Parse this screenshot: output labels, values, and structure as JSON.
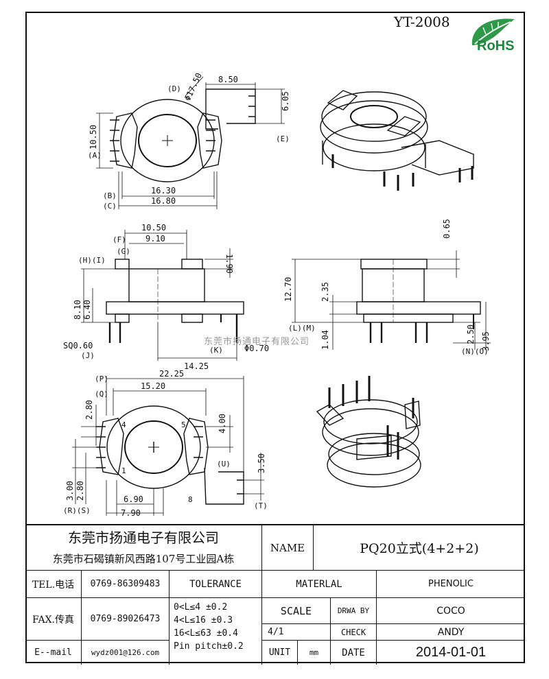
{
  "header": {
    "model": "YT-2008",
    "logo_text": "RoHS",
    "logo_icon": "leaf-icon"
  },
  "watermark": "东莞市扬通电子有限公司",
  "drawing": {
    "top_view": {
      "dims": [
        "8.50",
        "6.05",
        "10.50",
        "16.30",
        "16.80"
      ],
      "diameter": "Φ17.50",
      "labels": [
        "(D)",
        "(E)",
        "(A)",
        "(B)",
        "(C)"
      ]
    },
    "side_view": {
      "dims": [
        "10.50",
        "9.10",
        "1.90",
        "8.10",
        "6.40",
        "14.25",
        "Φ0.70",
        "SQ0.60"
      ],
      "labels": [
        "(F)",
        "(G)",
        "(H)(I)",
        "(J)",
        "(K)"
      ]
    },
    "end_view": {
      "dims": [
        "0.65",
        "12.70",
        "2.35",
        "1.04",
        "2.50",
        "3.95"
      ],
      "labels": [
        "(L)(M)",
        "(N)(O)"
      ]
    },
    "bottom_view": {
      "dims": [
        "22.25",
        "15.20",
        "2.80",
        "4.00",
        "3.50",
        "3.00",
        "2.80",
        "6.90",
        "7.90"
      ],
      "labels": [
        "(P)",
        "(Q)",
        "(U)",
        "(R)(S)",
        "(T)"
      ],
      "pins": [
        "4",
        "5",
        "1",
        "8"
      ]
    }
  },
  "title_block": {
    "company_name": "东莞市扬通电子有限公司",
    "company_address": "东莞市石碣镇新风西路107号工业园A栋",
    "tel_label": "TEL.电话",
    "tel_value": "0769-86309483",
    "fax_label": "FAX.传真",
    "fax_value": "0769-89026473",
    "email_label": "E--mail",
    "email_value": "wydz001@126.com",
    "tolerance_label": "TOLERANCE",
    "tolerance_lines": [
      "0<L≤4   ±0.2",
      "4<L≤16  ±0.3",
      "16<L≤63 ±0.4",
      "Pin pitch±0.2"
    ],
    "name_label": "NAME",
    "name_value": "PQ20立式(4+2+2)",
    "material_label": "MATERLAL",
    "material_value": "PHENOLIC",
    "scale_label": "SCALE",
    "scale_value": "4/1",
    "drawn_label": "DRWA BY",
    "drawn_value": "COCO",
    "check_label": "CHECK",
    "check_value": "ANDY",
    "unit_label": "UNIT",
    "unit_value": "mm",
    "date_label": "DATE",
    "date_value": "2014-01-01"
  }
}
